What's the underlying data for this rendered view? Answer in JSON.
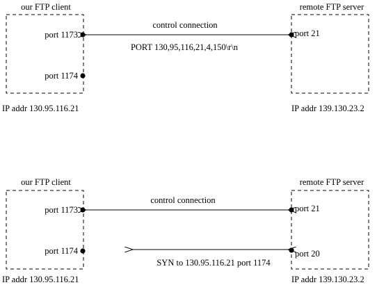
{
  "panels": [
    {
      "client": {
        "title": "our FTP client",
        "port_a": "port 1173",
        "port_b": "port 1174",
        "ip": "IP addr 130.95.116.21"
      },
      "server": {
        "title": "remote FTP server",
        "port_a": "port 21",
        "ip": "IP addr 139.130.23.2"
      },
      "connection_label": "control connection",
      "message": "PORT 130,95,116,21,4,150\\r\\n"
    },
    {
      "client": {
        "title": "our FTP client",
        "port_a": "port 1173",
        "port_b": "port 1174",
        "ip": "IP addr 130.95.116.21"
      },
      "server": {
        "title": "remote FTP server",
        "port_a": "port 21",
        "port_b": "port 20",
        "ip": "IP addr 139.130.23.2"
      },
      "connection_label": "control connection",
      "message": "SYN to 130.95.116.21 port 1174"
    }
  ]
}
